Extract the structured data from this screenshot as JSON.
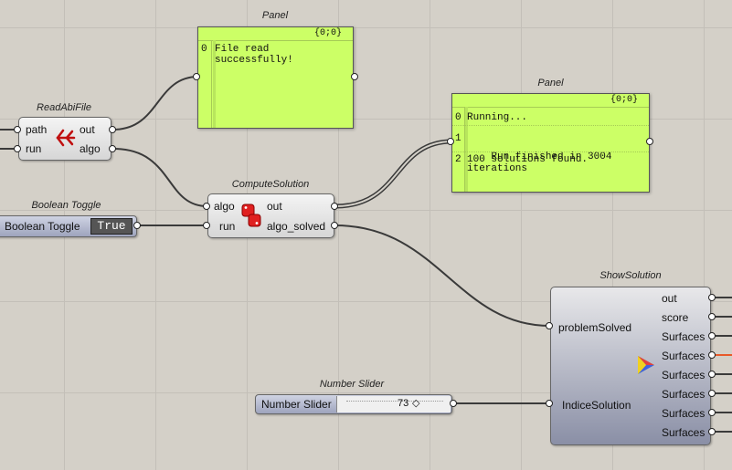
{
  "titles": {
    "panel1": "Panel",
    "panel2": "Panel",
    "read": "ReadAbiFile",
    "compute": "ComputeSolution",
    "toggle": "Boolean Toggle",
    "slider": "Number Slider",
    "show": "ShowSolution"
  },
  "panel1": {
    "header": "{0;0}",
    "rows": [
      {
        "index": "0",
        "text": "File read\nsuccessfully!"
      }
    ]
  },
  "panel2": {
    "header": "{0;0}",
    "rows": [
      {
        "index": "0",
        "text": "Running..."
      },
      {
        "index": "1",
        "text": "Run finished in 3004\niterations"
      },
      {
        "index": "2",
        "text": "100 solutions found."
      }
    ]
  },
  "read": {
    "inputs": [
      "path",
      "run"
    ],
    "outputs": [
      "out",
      "algo"
    ]
  },
  "compute": {
    "inputs": [
      "algo",
      "run"
    ],
    "outputs": [
      "out",
      "algo_solved"
    ]
  },
  "toggle": {
    "label": "Boolean Toggle",
    "value": "True"
  },
  "slider": {
    "label": "Number Slider",
    "value": "73"
  },
  "show": {
    "inputs": [
      "problemSolved",
      "IndiceSolution"
    ],
    "outputs": [
      "out",
      "score",
      "Surfaces",
      "Surfaces",
      "Surfaces",
      "Surfaces",
      "Surfaces",
      "Surfaces"
    ]
  },
  "colors": {
    "canvas": "#d4d0c8",
    "panel": "#ccff66",
    "wire": "#333333",
    "toggle_bg": "#555555",
    "wire_highlight": "#e85a2a"
  }
}
